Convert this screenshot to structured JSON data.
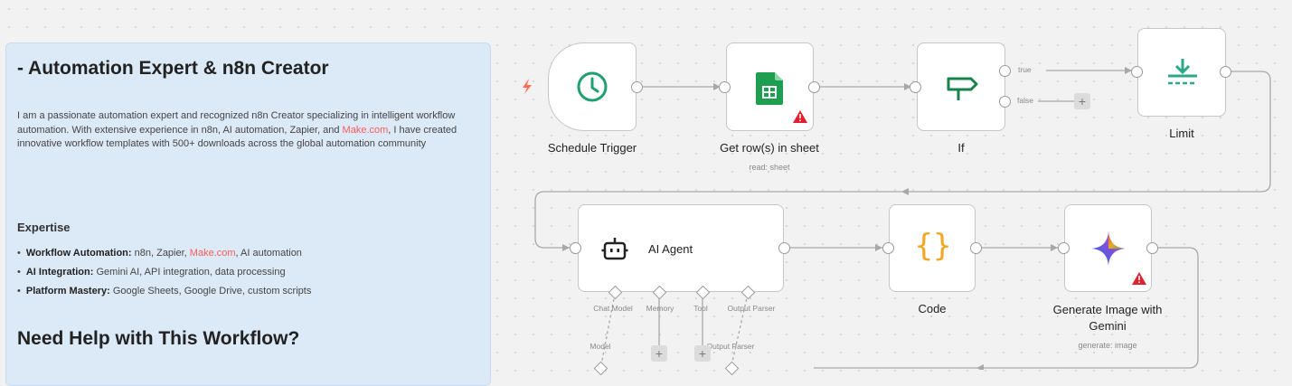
{
  "note": {
    "title": "- Automation Expert & n8n Creator",
    "intro_a": "I am a passionate automation expert and recognized n8n Creator specializing in intelligent workflow automation. With extensive experience in n8n, AI automation, Zapier, and ",
    "intro_link": "Make.com",
    "intro_b": ", I have created innovative workflow templates with 500+ downloads across the global automation community",
    "expertise_heading": "Expertise",
    "items": [
      {
        "bold": "Workflow Automation:",
        "text_a": " n8n, Zapier, ",
        "link": "Make.com",
        "text_b": ", AI automation"
      },
      {
        "bold": "AI Integration:",
        "text_a": " Gemini AI, API integration, data processing"
      },
      {
        "bold": "Platform Mastery:",
        "text_a": " Google Sheets, Google Drive, custom scripts"
      }
    ],
    "help_heading": "Need Help with This Workflow?"
  },
  "nodes": {
    "schedule_trigger": {
      "label": "Schedule Trigger",
      "icon": "clock-icon"
    },
    "get_rows": {
      "label": "Get row(s) in sheet",
      "sublabel": "read: sheet",
      "icon": "google-sheets-icon"
    },
    "if": {
      "label": "If",
      "icon": "signpost-icon",
      "true_label": "true",
      "false_label": "false"
    },
    "limit": {
      "label": "Limit",
      "icon": "limit-icon"
    },
    "ai_agent": {
      "label": "AI Agent",
      "icon": "robot-icon",
      "handles": [
        "Chat Model",
        "Memory",
        "Tool",
        "Output Parser"
      ],
      "sub_handles": [
        "Model",
        "Output Parser"
      ]
    },
    "code": {
      "label": "Code",
      "icon": "code-braces-icon"
    },
    "generate_image": {
      "label": "Generate Image with Gemini",
      "sublabel": "generate: image",
      "icon": "gemini-icon"
    }
  },
  "colors": {
    "accent": "#ff6d5a",
    "sheets": "#1e9e50",
    "if_green": "#16834a",
    "code_orange": "#f5a623",
    "warn": "#e0202e",
    "note_bg": "#dce9f7"
  }
}
